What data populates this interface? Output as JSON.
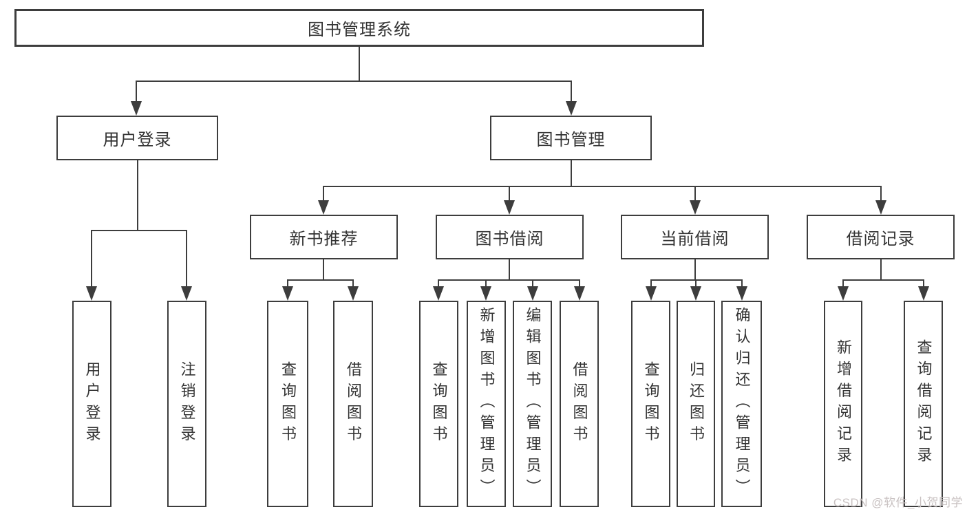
{
  "diagram": {
    "root": {
      "label": "图书管理系统"
    },
    "branches": [
      {
        "label": "用户登录",
        "children": [
          {
            "label": "用户登录"
          },
          {
            "label": "注销登录"
          }
        ]
      },
      {
        "label": "图书管理",
        "children": [
          {
            "label": "新书推荐",
            "children": [
              {
                "label": "查询图书"
              },
              {
                "label": "借阅图书"
              }
            ]
          },
          {
            "label": "图书借阅",
            "children": [
              {
                "label": "查询图书"
              },
              {
                "label": "新增图书（管理员）"
              },
              {
                "label": "编辑图书（管理员）"
              },
              {
                "label": "借阅图书"
              }
            ]
          },
          {
            "label": "当前借阅",
            "children": [
              {
                "label": "查询图书"
              },
              {
                "label": "归还图书"
              },
              {
                "label": "确认归还（管理员）"
              }
            ]
          },
          {
            "label": "借阅记录",
            "children": [
              {
                "label": "新增借阅记录"
              },
              {
                "label": "查询借阅记录"
              }
            ]
          }
        ]
      }
    ]
  },
  "watermark": {
    "text": "CSDN @软件_小贺同学"
  },
  "colors": {
    "stroke": "#3d3d3d",
    "text": "#333333",
    "watermark": "#c9c2c2",
    "background": "#ffffff"
  }
}
